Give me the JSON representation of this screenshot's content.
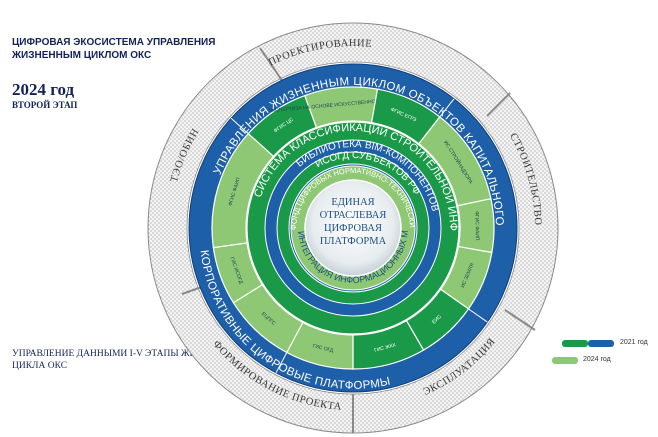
{
  "title": "ЦИФРОВАЯ ЭКОСИСТЕМА УПРАВЛЕНИЯ ЖИЗНЕННЫМ ЦИКЛОМ ОКС",
  "year": "2024 год",
  "stage": "ВТОРОЙ ЭТАП",
  "management": "УПРАВЛЕНИЕ ДАННЫМИ I-V ЭТАПЫ ЖИЗНЕННОГО ЦИКЛА ОКС",
  "outer_stages": [
    "ПРОЕКТИРОВАНИЕ",
    "СТРОИТЕЛЬСТВО",
    "ЭКСПЛУАТАЦИЯ",
    "ФОРМИРОВАНИЕ ПРОЕКТА",
    "ТЭО/ОБИН"
  ],
  "blue_ring": [
    "УПРАВЛЕНИЯ ЖИЗНЕННЫМ ЦИКЛОМ ОБЪЕКТОВ КАПИТАЛЬНОГО СТРОИТЕЛЬСТВА С ПРИМЕНЕНИЕМ ТИМ",
    "КОРПОРАТИВНЫЕ ЦИФРОВЫЕ ПЛАТФОРМЫ"
  ],
  "ring_segments": [
    "ФГИС ЦС",
    "ЭКСПЕРТИЗА НА ОСНОВЕ ИСКУССТВЕННОГО ИНТЕЛЛЕКТА",
    "ФГИС ЕГРЗ",
    "ИС СТРОЙНАДЗОРА",
    "ФГИС ФАИП",
    "ГИС ЖКХ",
    "ЕИС",
    "ГИС ОГД",
    "ЕЦПГС",
    "ГИС ИСОГД",
    "ЕЦПГС",
    "ГИС ИСОГД",
    "ИС ЗЕМЛЯ",
    "ФГИС ФАИП"
  ],
  "green_ring": [
    "СИСТЕМА КЛАССИФИКАЦИИ СТРОИТЕЛЬНОЙ ИНФОРМАЦИИ"
  ],
  "inner_ring_1": [
    "БИБЛИОТЕКА BIM-КОМПОНЕНТОВ"
  ],
  "inner_ring_2": [
    "ИСОГД СУБЪЕКТОВ РФ"
  ],
  "inner_ring_3": [
    "ФОНД ЦИФРОВЫХ НОРМАТИВНО-ТЕХНИЧЕСКИХ ДОКУМЕНТОВ"
  ],
  "inner_ring_4": [
    "ИНТЕГРАЦИЯ ИНФОРМАЦИОННЫХ МОДЕЛЕЙ ОКС"
  ],
  "center": [
    "ЕДИНАЯ",
    "ОТРАСЛЕВАЯ",
    "ЦИФРОВАЯ",
    "ПЛАТФОРМА"
  ],
  "legend": [
    {
      "label": "2021 год",
      "colors": [
        "#1a9a48",
        "#1d5fa8"
      ]
    },
    {
      "label": "2024 год",
      "colors": [
        "#8ec874"
      ]
    }
  ],
  "colors": {
    "navy": "#13235a",
    "blue": "#1d5fa8",
    "green": "#1a9a48",
    "light_green": "#8ec874",
    "teal": "#2f8f8f"
  }
}
